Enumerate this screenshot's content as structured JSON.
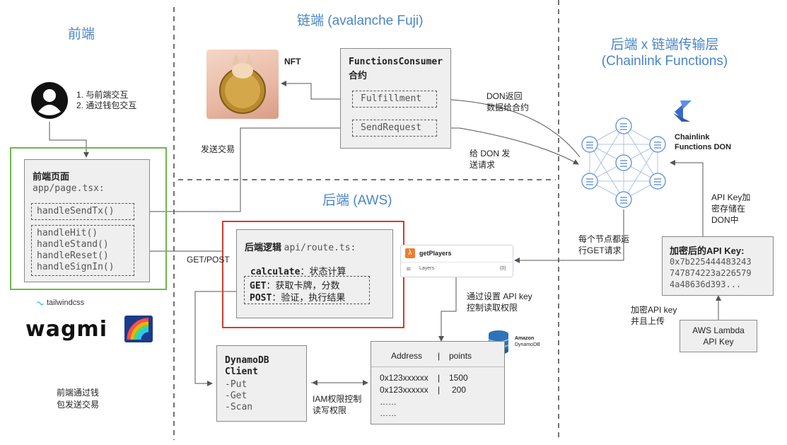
{
  "sections": {
    "frontend": "前端",
    "chain": "链端 (avalanche Fuji)",
    "transport_line1": "后端 x 链端传输层",
    "transport_line2": "(Chainlink Functions)",
    "backend": "后端 (AWS)"
  },
  "user": {
    "step1": "1. 与前端交互",
    "step2": "2. 通过钱包交互"
  },
  "frontend_page": {
    "title": "前端页面",
    "path": "app/page.tsx:",
    "send_tx": "handleSendTx()",
    "handlers": [
      "handleHit()",
      "handleStand()",
      "handleReset()",
      "handleSignIn()"
    ]
  },
  "frontend_logos": {
    "tailwind": "tailwindcss",
    "wagmi": "wagmi"
  },
  "frontend_note": {
    "line1": "前端通过钱",
    "line2": "包发送交易"
  },
  "nft": {
    "label": "NFT"
  },
  "consumer": {
    "title_line1": "FunctionsConsumer",
    "title_line2": "合约",
    "fulfillment": "Fulfillment",
    "send_request": "SendRequest"
  },
  "send_tx_label": "发送交易",
  "don_return": {
    "line1": "DON返回",
    "line2": "数据给合约"
  },
  "give_don": {
    "line1": "给 DON 发",
    "line2": "送请求"
  },
  "chainlink": {
    "line1": "Chainlink",
    "line2": "Functions DON"
  },
  "api_key_note": {
    "line1": "API Key加",
    "line2": "密存储在",
    "line3": "DON中"
  },
  "node_note": {
    "line1": "每个节点都运",
    "line2": "行GET请求"
  },
  "encrypted": {
    "title": "加密后的API Key:",
    "lines": [
      "0x7b225444483243",
      "747874223a226579",
      "4a48636d393..."
    ]
  },
  "encrypt_upload": {
    "line1": "加密API key",
    "line2": "并且上传"
  },
  "aws_lambda": {
    "line1": "AWS Lambda",
    "line2": "API Key"
  },
  "backend_logic": {
    "title": "后端逻辑",
    "path": "api/route.ts:",
    "calculate_key": "calculate",
    "calculate_desc": "：状态计算",
    "get_key": "GET",
    "get_desc": "：获取卡牌，分数",
    "post_key": "POST",
    "post_desc": "：验证，执行结果"
  },
  "get_post_label": "GET/POST",
  "lambda_panel": {
    "name": "getPlayers",
    "layers": "Layers",
    "count": "(0)"
  },
  "api_key_control": {
    "line1": "通过设置 API key",
    "line2": "控制读取权限"
  },
  "dynamo_logo": {
    "line1": "Amazon",
    "line2": "DynamoDB"
  },
  "dynamo_client": {
    "title_line1": "DynamoDB",
    "title_line2": "Client",
    "ops": [
      "-Put",
      "-Get",
      "-Scan"
    ]
  },
  "iam": {
    "line1": "IAM权限控制",
    "line2": "读写权限"
  },
  "table": {
    "header_address": "Address",
    "header_sep": "|",
    "header_points": "points",
    "rows": [
      {
        "address": "0x123xxxxxx",
        "sep": "|",
        "points": "1500"
      },
      {
        "address": "0x123xxxxxx",
        "sep": "|",
        "points": "200"
      }
    ],
    "ellipsis": [
      "……",
      "……"
    ]
  },
  "colors": {
    "section_title": "#4a86c8",
    "frontend_border": "#6db84a",
    "backend_border": "#d43a2f",
    "arrow": "#555555"
  }
}
